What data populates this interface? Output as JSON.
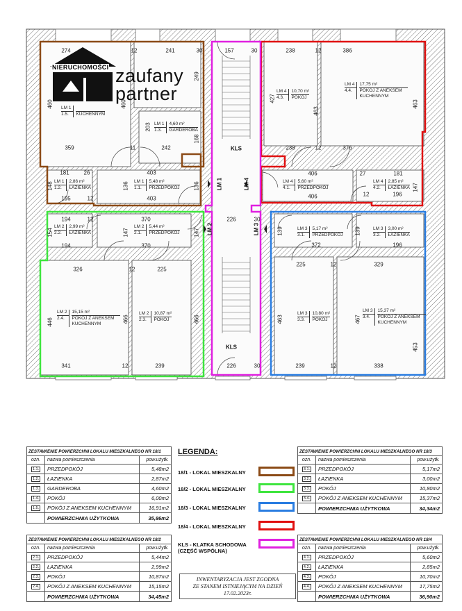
{
  "colors": {
    "lm1": "#8b4a16",
    "lm2": "#3ee53e",
    "lm3": "#2a7de1",
    "lm4": "#e01010",
    "kls": "#e020e0"
  },
  "logo": {
    "brand": "NIERUCHOMOŚCI",
    "line1": "zaufany",
    "line2": "partner"
  },
  "plan": {
    "kls_top": "KLS",
    "kls_bottom": "KLS",
    "lm_tags": [
      "LM 1",
      "LM 4",
      "LM 2",
      "LM 3"
    ],
    "rooms": [
      {
        "unit": "LM 1",
        "area": "4,60 m²",
        "code": "1.3.",
        "name": "GARDEROBA"
      },
      {
        "unit": "LM 1",
        "area": "2,86 m²",
        "code": "1.2.",
        "name": "ŁAZIENKA"
      },
      {
        "unit": "LM 1",
        "area": "5,48 m²",
        "code": "1.1.",
        "name": "PRZEDPOKÓJ"
      },
      {
        "unit": "LM 1",
        "area": "",
        "code": "1.5.",
        "name": "KUCHENNYM"
      },
      {
        "unit": "LM 2",
        "area": "2,99 m²",
        "code": "2.2.",
        "name": "ŁAZIENKA"
      },
      {
        "unit": "LM 2",
        "area": "5,44 m²",
        "code": "2.1.",
        "name": "PRZEDPOKÓJ"
      },
      {
        "unit": "LM 2",
        "area": "15,15 m²",
        "code": "2.4.",
        "name": "POKÓJ Z ANEKSEM KUCHENNYM"
      },
      {
        "unit": "LM 2",
        "area": "10,87 m²",
        "code": "2.3.",
        "name": "POKÓJ"
      },
      {
        "unit": "LM 3",
        "area": "5,17 m²",
        "code": "3.1.",
        "name": "PRZEDPOKÓJ"
      },
      {
        "unit": "LM 3",
        "area": "3,00 m²",
        "code": "3.2.",
        "name": "ŁAZIENKA"
      },
      {
        "unit": "LM 3",
        "area": "10,80 m²",
        "code": "3.3.",
        "name": "POKÓJ"
      },
      {
        "unit": "LM 3",
        "area": "15,37 m²",
        "code": "3.4.",
        "name": "POKÓJ Z ANEKSEM KUCHENNYM"
      },
      {
        "unit": "LM 4",
        "area": "10,70 m²",
        "code": "4.3.",
        "name": "POKÓJ"
      },
      {
        "unit": "LM 4",
        "area": "17,75 m²",
        "code": "4.4.",
        "name": "POKÓJ Z ANEKSEM KUCHENNYM"
      },
      {
        "unit": "LM 4",
        "area": "5,60 m²",
        "code": "4.1.",
        "name": "PRZEDPOKÓJ"
      },
      {
        "unit": "LM 4",
        "area": "2,85 m²",
        "code": "4.2.",
        "name": "ŁAZIENKA"
      }
    ],
    "dims": [
      "274",
      "12",
      "241",
      "30",
      "157",
      "30",
      "238",
      "12",
      "386",
      "359",
      "11",
      "242",
      "238",
      "12",
      "376",
      "181",
      "26",
      "403",
      "406",
      "27",
      "181",
      "195",
      "12",
      "403",
      "406",
      "12",
      "196",
      "194",
      "12",
      "370",
      "226",
      "30",
      "194",
      "370",
      "372",
      "196",
      "326",
      "12",
      "225",
      "225",
      "12",
      "329",
      "341",
      "12",
      "239",
      "226",
      "30",
      "239",
      "12",
      "338",
      "460",
      "460",
      "249",
      "203",
      "168",
      "427",
      "463",
      "463",
      "148",
      "136",
      "136",
      "154",
      "147",
      "147",
      "446",
      "466",
      "466",
      "139",
      "139",
      "147",
      "463",
      "467",
      "453"
    ]
  },
  "tables": [
    {
      "title": "ZESTAWIENIE  POWIERZCHNI  LOKALU MIESZKALNEGO NR 18/1",
      "col_code": "ozn.",
      "col_name": "nazwa pomieszczenia",
      "col_area": "pow.użytk.",
      "rows": [
        {
          "code": "1.1.",
          "name": "PRZEDPOKÓJ",
          "area": "5,48m2"
        },
        {
          "code": "1.2.",
          "name": "ŁAZIENKA",
          "area": "2,87m2"
        },
        {
          "code": "1.3.",
          "name": "GARDEROBA",
          "area": "4,60m2"
        },
        {
          "code": "1.4.",
          "name": "POKÓJ",
          "area": "6,00m2"
        },
        {
          "code": "1.5.",
          "name": "POKÓJ Z ANEKSEM KUCHENNYM",
          "area": "16,91m2"
        }
      ],
      "total_label": "POWIERZCHNIA  UŻYTKOWA",
      "total": "35,86m2"
    },
    {
      "title": "ZESTAWIENIE  POWIERZCHNI  LOKALU MIESZKALNEGO NR 18/2",
      "col_code": "ozn.",
      "col_name": "nazwa pomieszczenia",
      "col_area": "pow.użytk.",
      "rows": [
        {
          "code": "2.1.",
          "name": "PRZEDPOKÓJ",
          "area": "5,44m2"
        },
        {
          "code": "2.2.",
          "name": "ŁAZIENKA",
          "area": "2,99m2"
        },
        {
          "code": "2.3.",
          "name": "POKÓJ",
          "area": "10,87m2"
        },
        {
          "code": "2.4.",
          "name": "POKÓJ Z ANEKSEM KUCHENNYM",
          "area": "15,15m2"
        }
      ],
      "total_label": "POWIERZCHNIA  UŻYTKOWA",
      "total": "34,45m2"
    },
    {
      "title": "ZESTAWIENIE POWIERZCHNI LOKALU MIESZKALNEGO NR 18/3",
      "col_code": "ozn.",
      "col_name": "nazwa pomieszczenia",
      "col_area": "pow.użytk.",
      "rows": [
        {
          "code": "3.1.",
          "name": "PRZEDPOKÓJ",
          "area": "5,17m2"
        },
        {
          "code": "3.2.",
          "name": "ŁAZIENKA",
          "area": "3,00m2"
        },
        {
          "code": "3.3.",
          "name": "POKÓJ",
          "area": "10,80m2"
        },
        {
          "code": "3.4.",
          "name": "POKÓJ Z ANEKSEM KUCHENNYM",
          "area": "15,37m2"
        }
      ],
      "total_label": "POWIERZCHNIA  UŻYTKOWA",
      "total": "34,34m2"
    },
    {
      "title": "ZESTAWIENIE POWIERZCHNI LOKALU MIESZKALNEGO NR 18/4",
      "col_code": "ozn.",
      "col_name": "nazwa pomieszczenia",
      "col_area": "pow.użytk.",
      "rows": [
        {
          "code": "4.1.",
          "name": "PRZEDPOKÓJ",
          "area": "5,60m2"
        },
        {
          "code": "4.2.",
          "name": "ŁAZIENKA",
          "area": "2,85m2"
        },
        {
          "code": "4.3.",
          "name": "POKÓJ",
          "area": "10,70m2"
        },
        {
          "code": "4.4.",
          "name": "POKÓJ Z ANEKSEM KUCHENNYM",
          "area": "17,75m2"
        }
      ],
      "total_label": "POWIERZCHNIA  UŻYTKOWA",
      "total": "36,90m2"
    }
  ],
  "legend": {
    "title": "LEGENDA:",
    "items": [
      "18/1 - LOKAL MIESZKALNY",
      "18/2 - LOKAL MIESZKALNY",
      "18/3 - LOKAL MIESZKALNY",
      "18/4 - LOKAL MIESZKALNY",
      "KLS - KLATKA SCHODOWA (CZĘŚĆ WSPÓLNA)"
    ]
  },
  "note": {
    "line1": "INWENTARYZACJA JEST ZGODNA",
    "line2": "ZE STANEM ISTNIEJĄCYM NA DZIEŃ",
    "line3": "17.02.2023r."
  }
}
